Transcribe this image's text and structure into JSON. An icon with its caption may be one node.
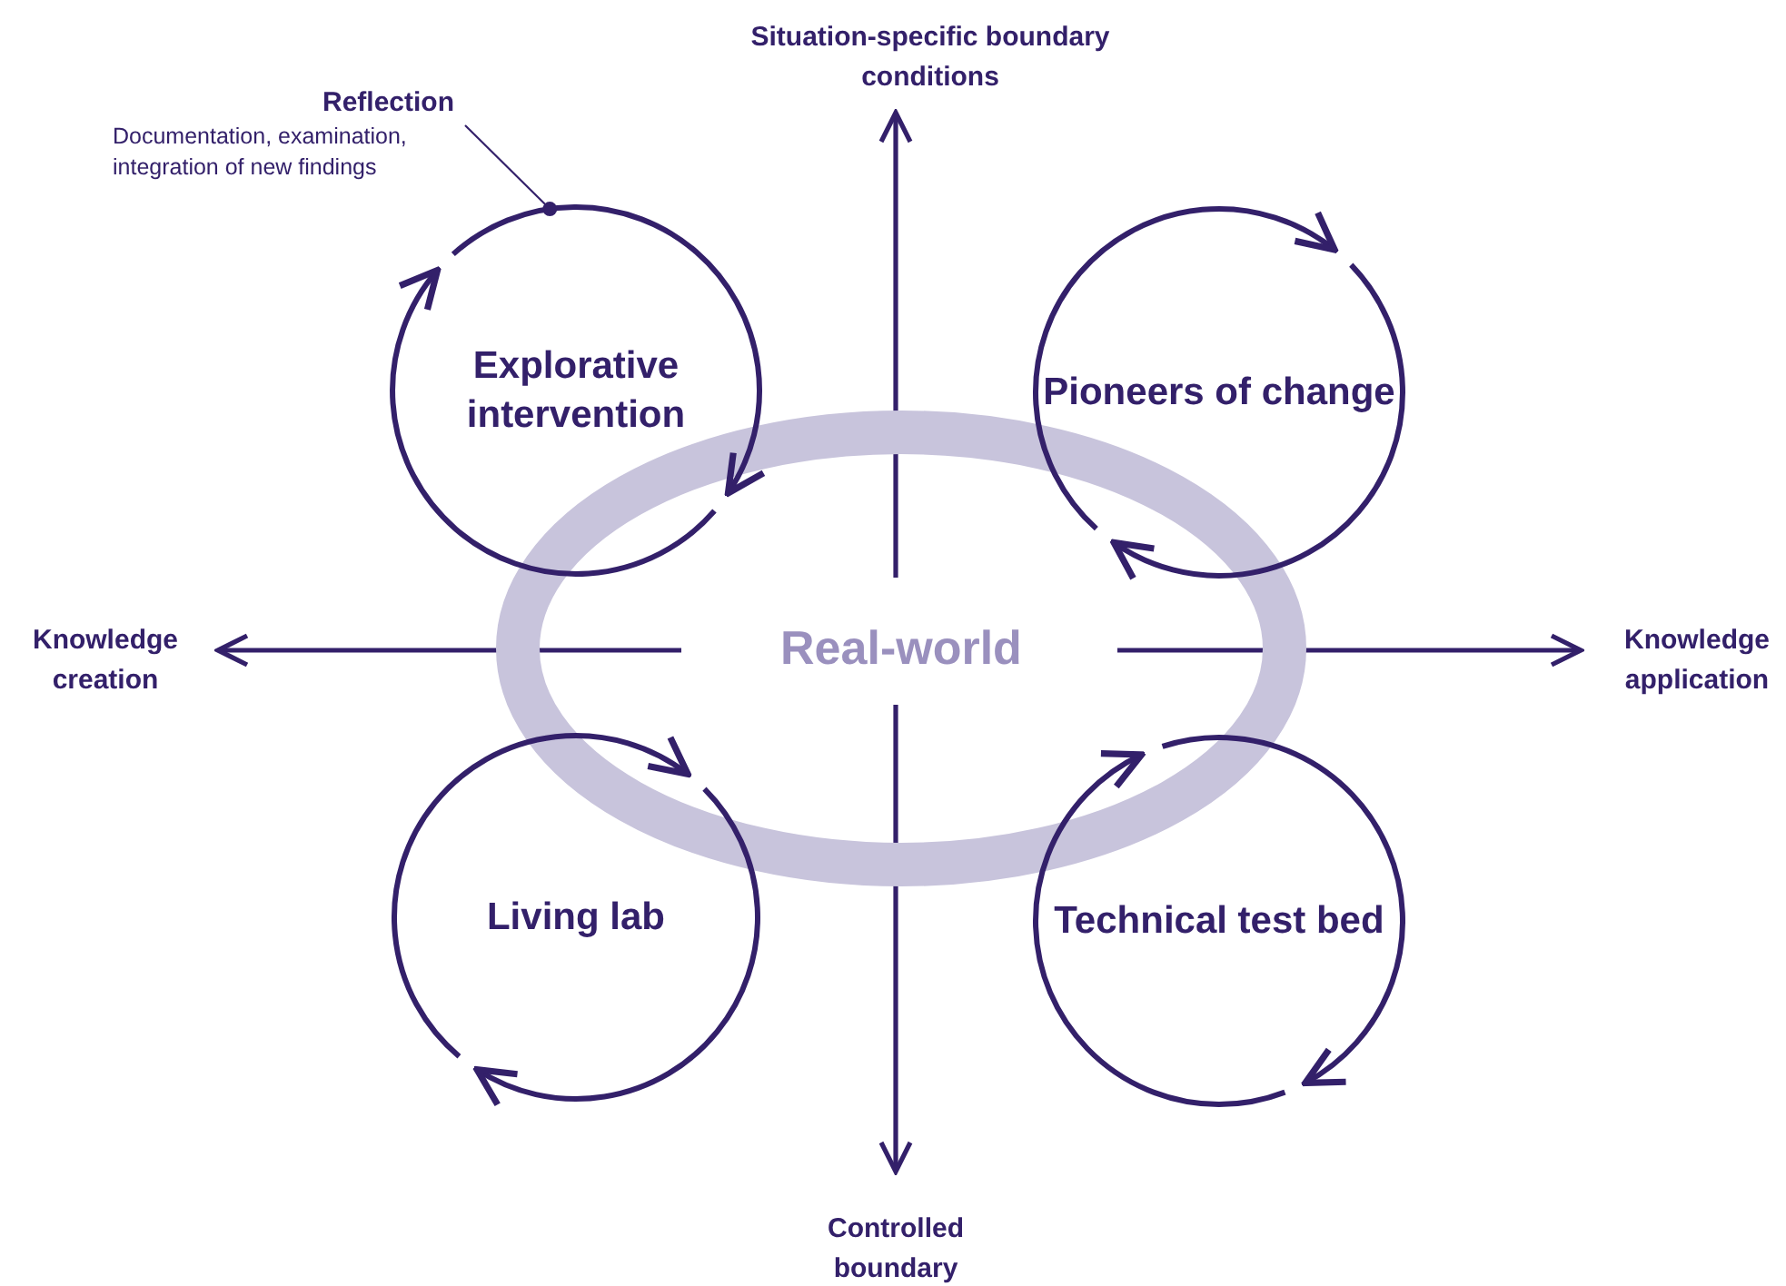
{
  "diagram": {
    "nodes": [
      {
        "text": [
          "Reflection",
          "Documentation, examination, integration of new findings"
        ]
      },
      {
        "text": [
          "Explorative intervention"
        ]
      },
      {
        "text": [
          "Pioneers of change"
        ]
      },
      {
        "text": [
          "Real-world"
        ]
      },
      {
        "text": [
          "Living lab"
        ]
      },
      {
        "text": [
          "Technical test bed"
        ]
      }
    ],
    "edges": [
      {
        "from": 0,
        "to": 1,
        "arrow": "other"
      }
    ],
    "labels": [
      "Situation-specific boundary conditions",
      "Knowledge creation",
      "Knowledge application",
      "Controlled boundary"
    ]
  }
}
